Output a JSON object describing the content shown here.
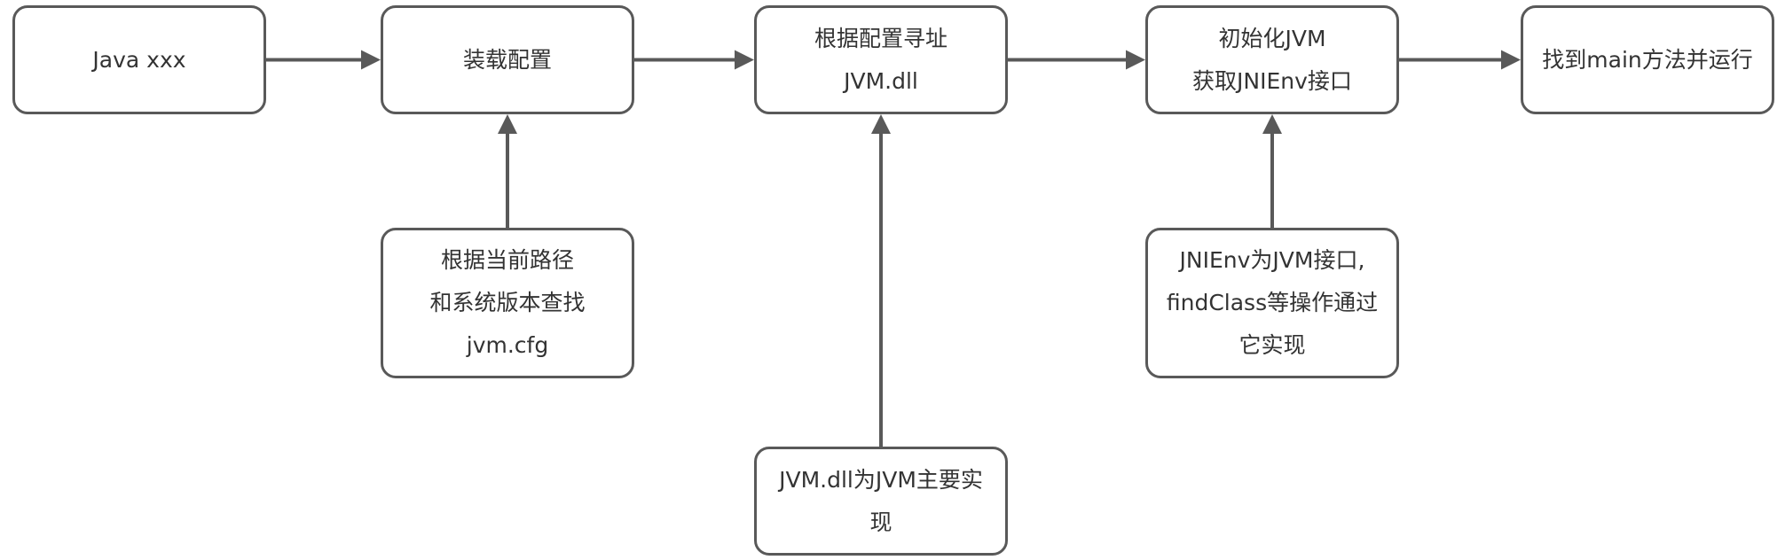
{
  "colors": {
    "stroke": "#595959",
    "text": "#333333",
    "background": "#ffffff"
  },
  "nodes": {
    "java": {
      "lines": [
        "Java xxx"
      ]
    },
    "load": {
      "lines": [
        "装载配置"
      ]
    },
    "find": {
      "lines": [
        "根据配置寻址",
        "JVM.dll"
      ]
    },
    "init": {
      "lines": [
        "初始化JVM",
        "获取JNIEnv接口"
      ]
    },
    "main": {
      "lines": [
        "找到main方法并运行"
      ]
    },
    "cfg": {
      "lines": [
        "根据当前路径",
        "和系统版本查找",
        "jvm.cfg"
      ]
    },
    "jniinfo": {
      "lines": [
        "JNIEnv为JVM接口,",
        "findClass等操作通过",
        "它实现"
      ]
    },
    "dllinfo": {
      "lines": [
        "JVM.dll为JVM主要实",
        "现"
      ]
    }
  },
  "edges": [
    {
      "from": "java",
      "to": "load"
    },
    {
      "from": "load",
      "to": "find"
    },
    {
      "from": "find",
      "to": "init"
    },
    {
      "from": "init",
      "to": "main"
    },
    {
      "from": "cfg",
      "to": "load"
    },
    {
      "from": "dllinfo",
      "to": "find"
    },
    {
      "from": "jniinfo",
      "to": "init"
    }
  ]
}
